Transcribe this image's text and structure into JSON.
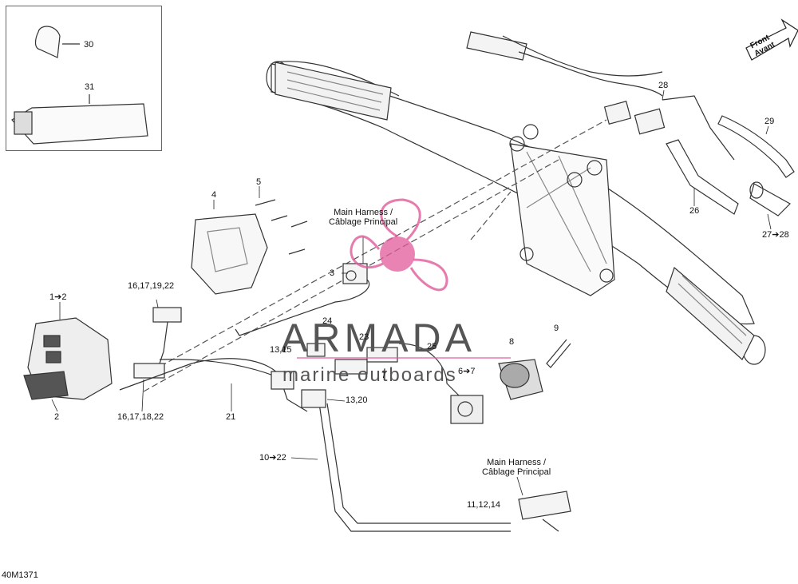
{
  "diagram": {
    "code": "40M1371",
    "front_line1": "Front",
    "front_line2": "Avant",
    "main_harness_1": "Main Harness /",
    "main_harness_2": "Câblage Principal",
    "labels": {
      "p30": "30",
      "p31": "31",
      "p4": "4",
      "p5": "5",
      "p3": "3",
      "p1to2": "1➔2",
      "p2": "2",
      "p16_17_19_22": "16,17,19,22",
      "p16_17_18_22": "16,17,18,22",
      "p21": "21",
      "p24": "24",
      "p23": "23",
      "p13_15": "13,15",
      "p13_20": "13,20",
      "p7": "7",
      "p25": "25",
      "p6to7": "6➔7",
      "p8": "8",
      "p9": "9",
      "p28": "28",
      "p29": "29",
      "p26": "26",
      "p27to28": "27➔28",
      "p10to22": "10➔22",
      "p11_12_14": "11,12,14"
    }
  },
  "watermark": {
    "title": "ARMADA",
    "subtitle": "marine outboards",
    "accent_color": "#e05a9a"
  }
}
